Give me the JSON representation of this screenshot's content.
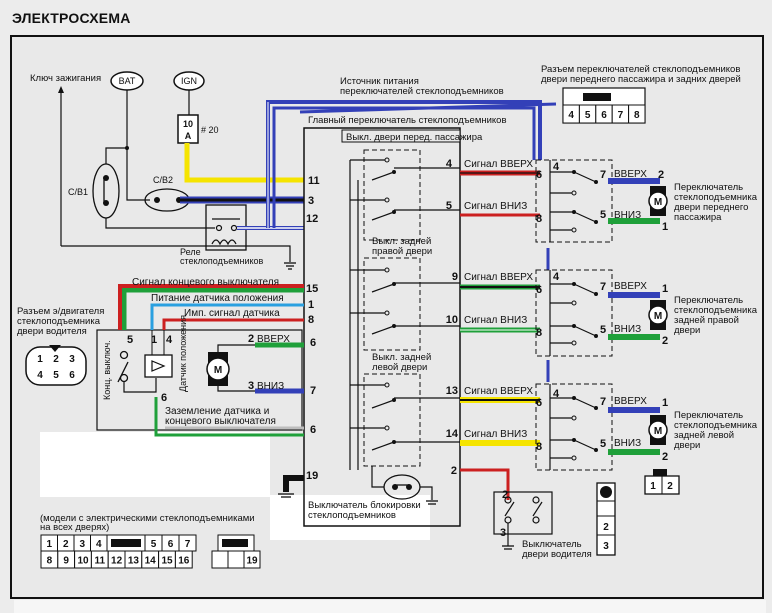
{
  "title": "ЭЛЕКТРОСХЕМА",
  "colors": {
    "yellow": "#f5e400",
    "blue": "#3340b8",
    "navy": "#2a2f9a",
    "red": "#cc2020",
    "green": "#1fa03a",
    "light_blue": "#2aa0e0",
    "black": "#111111",
    "gray": "#bdbdbd"
  },
  "power": {
    "ignition_key": "Ключ зажигания",
    "bat": "BAT",
    "ign": "IGN",
    "fuse_rating_top": "10",
    "fuse_rating_bottom": "A",
    "fuse_number": "# 20",
    "cb1": "C/B1",
    "cb2": "C/B2",
    "relay_line1": "Реле",
    "relay_line2": "стеклоподъемников"
  },
  "source_label": {
    "line1": "Источник питания",
    "line2": "переключателей стеклоподъемников"
  },
  "main_switch": {
    "title": "Главный переключатель стеклоподъемников",
    "front_pass_switch": "Выкл. двери перед. пассажира",
    "rear_right_switch_line1": "Выкл. задней",
    "rear_right_switch_line2": "правой двери",
    "rear_left_switch_line1": "Выкл. задней",
    "rear_left_switch_line2": "левой двери",
    "pins_left": [
      "11",
      "3",
      "12",
      "15",
      "1",
      "8",
      "6",
      "7",
      "6",
      "19"
    ],
    "lock_switch_line1": "Выключатель блокировки",
    "lock_switch_line2": "стеклоподъемников"
  },
  "signals": [
    {
      "pin": "4",
      "label": "Сигнал ВВЕРХ",
      "remote_pin": "6"
    },
    {
      "pin": "5",
      "label": "Сигнал ВНИЗ",
      "remote_pin": "8"
    },
    {
      "pin": "9",
      "label": "Сигнал ВВЕРХ",
      "remote_pin": "6"
    },
    {
      "pin": "10",
      "label": "Сигнал ВНИЗ",
      "remote_pin": "8"
    },
    {
      "pin": "13",
      "label": "Сигнал ВВЕРХ",
      "remote_pin": "6"
    },
    {
      "pin": "14",
      "label": "Сигнал ВНИЗ",
      "remote_pin": "8"
    },
    {
      "pin": "2",
      "label": "",
      "remote_pin": "2"
    }
  ],
  "door_switches": [
    {
      "pin_in": "4",
      "up_pin": "7",
      "up": "ВВЕРХ",
      "down_pin": "5",
      "down": "ВНИЗ",
      "motor_up_pin": "2",
      "motor_down_pin": "1",
      "label": [
        "Переключатель",
        "стеклоподъемника",
        "двери переднего",
        "пассажира"
      ]
    },
    {
      "pin_in": "4",
      "up_pin": "7",
      "up": "ВВЕРХ",
      "down_pin": "5",
      "down": "ВНИЗ",
      "motor_up_pin": "1",
      "motor_down_pin": "2",
      "label": [
        "Переключатель",
        "стеклоподъемника",
        "задней правой",
        "двери"
      ]
    },
    {
      "pin_in": "4",
      "up_pin": "7",
      "up": "ВВЕРХ",
      "down_pin": "5",
      "down": "ВНИЗ",
      "motor_up_pin": "1",
      "motor_down_pin": "2",
      "label": [
        "Переключатель",
        "стеклоподъемника",
        "задней левой",
        "двери"
      ]
    }
  ],
  "motor_symbol": "M",
  "connector_passenger": {
    "label_line1": "Разъем переключателей стеклоподъемников",
    "label_line2": "двери переднего пассажира и задних дверей",
    "cells": [
      "4",
      "5",
      "6",
      "7",
      "8"
    ]
  },
  "driver_motor": {
    "connector_label": [
      "Разъем э/двигателя",
      "стеклоподъемника",
      "двери водителя"
    ],
    "connector_cells": [
      "1",
      "2",
      "3",
      "4",
      "5",
      "6"
    ],
    "limit_switch_signal": "Сигнал концевого выключателя",
    "sensor_power": "Питание датчика положения",
    "sensor_pulse": "Имп. сигнал датчика",
    "ground_label_line1": "Заземление датчика и",
    "ground_label_line2": "концевого выключателя",
    "limit_switch": "Конц. выключ.",
    "position_sensor": "Датчик положения",
    "pins": {
      "limit": "5",
      "power": "1",
      "pulse": "4",
      "ground": "6",
      "up": "2",
      "down": "3"
    },
    "up": "ВВЕРХ",
    "down": "ВНИЗ"
  },
  "driver_door_switch": {
    "label_line1": "Выключатель",
    "label_line2": "двери водителя",
    "pin_top": "2",
    "pin_bottom": "3",
    "connector_cells": [
      "2",
      "3"
    ]
  },
  "small_connector": {
    "cells": [
      "1",
      "2"
    ]
  },
  "main_connector": {
    "note_line1": "(модели с электрическими стеклоподъемниками",
    "note_line2": "на всех дверях)",
    "top_row": [
      "1",
      "2",
      "3",
      "4",
      "",
      "5",
      "6",
      "7"
    ],
    "bottom_row": [
      "8",
      "9",
      "10",
      "11",
      "12",
      "13",
      "14",
      "15",
      "16"
    ],
    "aux_bottom": [
      "",
      "",
      "19"
    ]
  }
}
